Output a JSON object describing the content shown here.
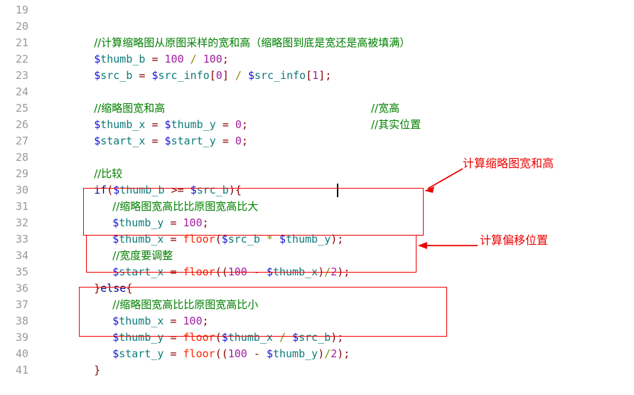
{
  "editor": {
    "language": "PHP",
    "colors": {
      "background": "#ffffff",
      "line_number": "#9a9a9a",
      "comment": "#008000",
      "variable": "#0f7a7a",
      "sigil": "#1111dd",
      "keyword": "#00008b",
      "operator": "#8b0000",
      "number": "#a020a0",
      "function": "#ff2200",
      "divide": "#8a8a00",
      "annotation": "#ee0000"
    },
    "first_line_number": 19,
    "last_line_number": 41
  },
  "line_numbers": [
    "19",
    "20",
    "21",
    "22",
    "23",
    "24",
    "25",
    "26",
    "27",
    "28",
    "29",
    "30",
    "31",
    "32",
    "33",
    "34",
    "35",
    "36",
    "37",
    "38",
    "39",
    "40",
    "41"
  ],
  "code_lines": [
    {
      "n": "19",
      "text": ""
    },
    {
      "n": "20",
      "text": "//计算缩略图从原图采样的宽和高（缩略图到底是宽还是高被填满）"
    },
    {
      "n": "21",
      "text": "$thumb_b = 100 / 100;"
    },
    {
      "n": "22",
      "text": "$src_b = $src_info[0] / $src_info[1];"
    },
    {
      "n": "23",
      "text": ""
    },
    {
      "n": "24",
      "text": "//缩略图宽和高"
    },
    {
      "n": "25",
      "text": "$thumb_x = $thumb_y = 0;"
    },
    {
      "n": "26",
      "text": "$start_x = $start_y = 0;"
    },
    {
      "n": "27",
      "text": ""
    },
    {
      "n": "28",
      "text": "//比较"
    },
    {
      "n": "29",
      "text": "if($thumb_b >= $src_b){"
    },
    {
      "n": "30",
      "text": "//缩略图宽高比比原图宽高比大"
    },
    {
      "n": "31",
      "text": "$thumb_y = 100;"
    },
    {
      "n": "32",
      "text": "$thumb_x = floor($src_b * $thumb_y);"
    },
    {
      "n": "33",
      "text": "//宽度要调整"
    },
    {
      "n": "34",
      "text": "$start_x = floor((100 - $thumb_x)/2);"
    },
    {
      "n": "35",
      "text": "}else{"
    },
    {
      "n": "36",
      "text": "//缩略图宽高比比原图宽高比小"
    },
    {
      "n": "37",
      "text": "$thumb_x = 100;"
    },
    {
      "n": "38",
      "text": "$thumb_y = floor($thumb_x / $src_b);"
    },
    {
      "n": "39",
      "text": "$start_y = floor((100 - $thumb_y)/2);"
    },
    {
      "n": "40",
      "text": "}"
    },
    {
      "n": "41",
      "text": ""
    }
  ],
  "trailing_comments": {
    "line25": "//宽高",
    "line26": "//其实位置"
  },
  "annotations": {
    "label_top": "计算缩略图宽和高",
    "label_bottom": "计算偏移位置"
  },
  "tokens": {
    "l20_comment": "//计算缩略图从原图采样的宽和高（缩略图到底是宽还是高被填满）",
    "l21_sigil": "$",
    "l21_var": "thumb_b",
    "l21_eq": "=",
    "l21_num1": "100",
    "l21_div": "/",
    "l21_num2": "100",
    "l21_semi": ";",
    "l22_sigil1": "$",
    "l22_var1": "src_b",
    "l22_eq": "=",
    "l22_sigil2": "$",
    "l22_var2": "src_info",
    "l22_br1o": "[",
    "l22_idx1": "0",
    "l22_br1c": "]",
    "l22_div": "/",
    "l22_sigil3": "$",
    "l22_var3": "src_info",
    "l22_br2o": "[",
    "l22_idx2": "1",
    "l22_br2c": "]",
    "l22_semi": ";",
    "l24_comment": "//缩略图宽和高",
    "l25_sigil1": "$",
    "l25_var1": "thumb_x",
    "l25_eq1": "=",
    "l25_sigil2": "$",
    "l25_var2": "thumb_y",
    "l25_eq2": "=",
    "l25_num": "0",
    "l25_semi": ";",
    "l26_sigil1": "$",
    "l26_var1": "start_x",
    "l26_eq1": "=",
    "l26_sigil2": "$",
    "l26_var2": "start_y",
    "l26_eq2": "=",
    "l26_num": "0",
    "l26_semi": ";",
    "l28_comment": "//比较",
    "l29_kw": "if",
    "l29_paren_o": "(",
    "l29_sigil1": "$",
    "l29_var1": "thumb_b",
    "l29_cmp": ">=",
    "l29_sigil2": "$",
    "l29_var2": "src_b",
    "l29_paren_c": ")",
    "l29_brace": "{",
    "l30_comment": "//缩略图宽高比比原图宽高比大",
    "l31_sigil": "$",
    "l31_var": "thumb_y",
    "l31_eq": "=",
    "l31_num": "100",
    "l31_semi": ";",
    "l32_sigil1": "$",
    "l32_var1": "thumb_x",
    "l32_eq": "=",
    "l32_fn": "floor",
    "l32_paren_o": "(",
    "l32_sigil2": "$",
    "l32_var2": "src_b",
    "l32_mul": "*",
    "l32_sigil3": "$",
    "l32_var3": "thumb_y",
    "l32_paren_c": ")",
    "l32_semi": ";",
    "l33_comment": "//宽度要调整",
    "l34_sigil1": "$",
    "l34_var1": "start_x",
    "l34_eq": "=",
    "l34_fn": "floor",
    "l34_paren_o": "((",
    "l34_num1": "100",
    "l34_minus": "-",
    "l34_sigil2": "$",
    "l34_var2": "thumb_x",
    "l34_paren_c": ")",
    "l34_div": "/",
    "l34_num2": "2",
    "l34_end": ");",
    "l35_brace_c": "}",
    "l35_kw": "else",
    "l35_brace_o": "{",
    "l36_comment": "//缩略图宽高比比原图宽高比小",
    "l37_sigil": "$",
    "l37_var": "thumb_x",
    "l37_eq": "=",
    "l37_num": "100",
    "l37_semi": ";",
    "l38_sigil1": "$",
    "l38_var1": "thumb_y",
    "l38_eq": "=",
    "l38_fn": "floor",
    "l38_paren_o": "(",
    "l38_sigil2": "$",
    "l38_var2": "thumb_x",
    "l38_div": "/",
    "l38_sigil3": "$",
    "l38_var3": "src_b",
    "l38_paren_c": ")",
    "l38_semi": ";",
    "l39_sigil1": "$",
    "l39_var1": "start_y",
    "l39_eq": "=",
    "l39_fn": "floor",
    "l39_paren_o": "((",
    "l39_num1": "100",
    "l39_minus": "-",
    "l39_sigil2": "$",
    "l39_var2": "thumb_y",
    "l39_paren_c": ")",
    "l39_div": "/",
    "l39_num2": "2",
    "l39_end": ");",
    "l40_brace": "}"
  }
}
